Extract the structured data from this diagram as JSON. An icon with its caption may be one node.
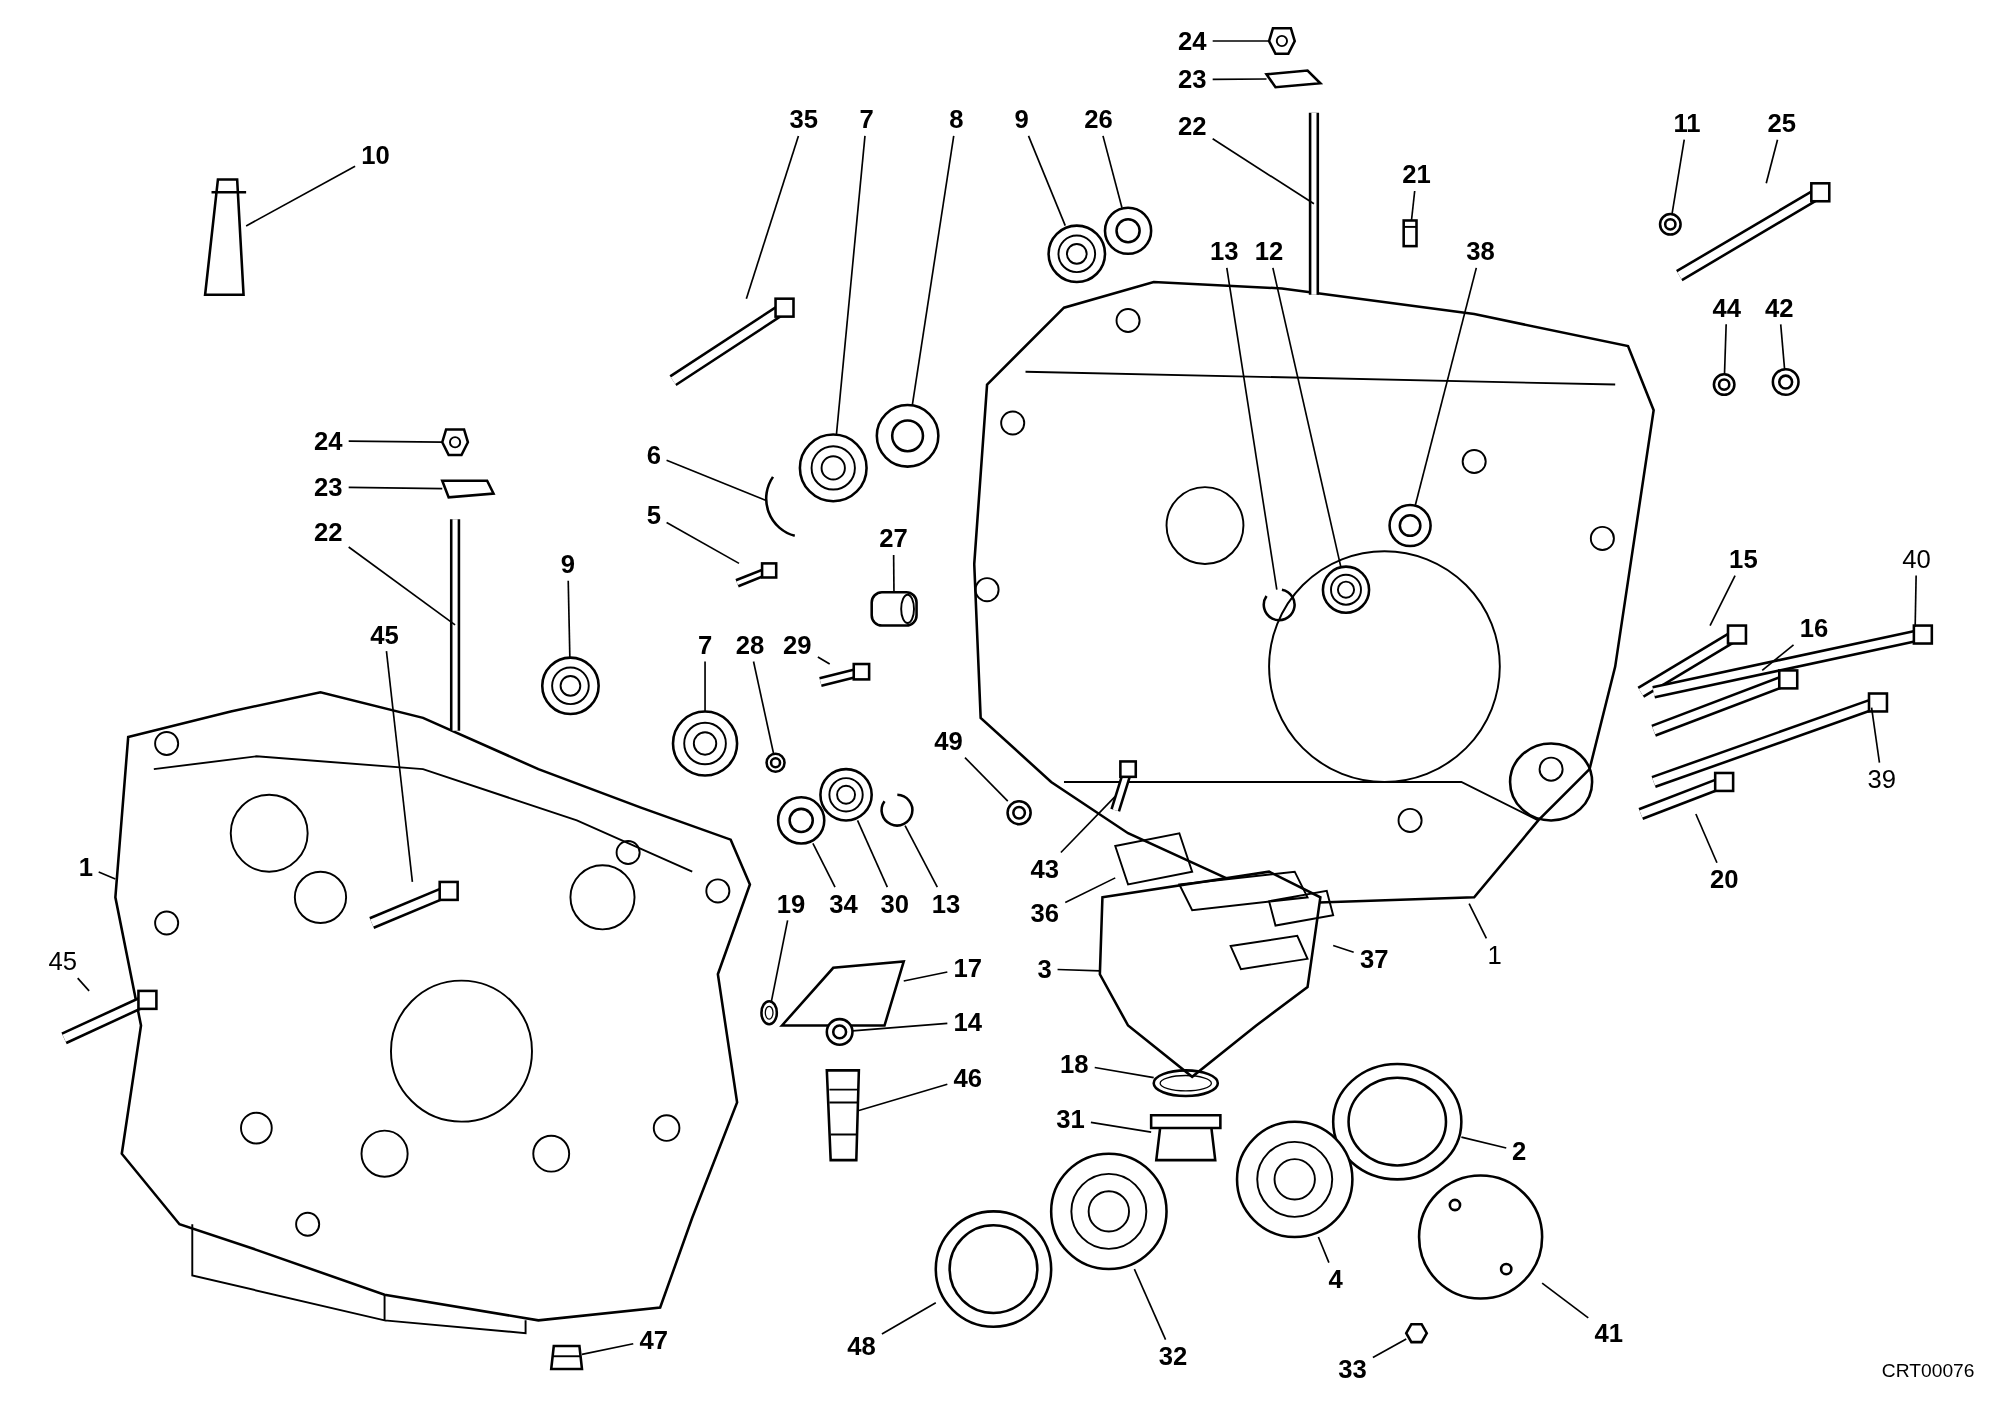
{
  "diagram": {
    "nodes": [
      {
        "text": [
          "24"
        ]
      },
      {
        "text": [
          "23"
        ]
      },
      {
        "text": [
          "22"
        ]
      },
      {
        "text": [
          "35"
        ]
      },
      {
        "text": [
          "7"
        ]
      },
      {
        "text": [
          "8"
        ]
      },
      {
        "text": [
          "9"
        ]
      },
      {
        "text": [
          "26"
        ]
      },
      {
        "text": [
          "10"
        ]
      },
      {
        "text": [
          "11"
        ]
      },
      {
        "text": [
          "25"
        ]
      },
      {
        "text": [
          "21"
        ]
      },
      {
        "text": [
          "13"
        ]
      },
      {
        "text": [
          "12"
        ]
      },
      {
        "text": [
          "38"
        ]
      },
      {
        "text": [
          "44"
        ]
      },
      {
        "text": [
          "42"
        ]
      },
      {
        "text": [
          "24"
        ]
      },
      {
        "text": [
          "23"
        ]
      },
      {
        "text": [
          "22"
        ]
      },
      {
        "text": [
          "6"
        ]
      },
      {
        "text": [
          "5"
        ]
      },
      {
        "text": [
          "9"
        ]
      },
      {
        "text": [
          "27"
        ]
      },
      {
        "text": [
          "15"
        ]
      },
      {
        "text": [
          "40"
        ]
      },
      {
        "text": [
          "16"
        ]
      },
      {
        "text": [
          "45"
        ]
      },
      {
        "text": [
          "7"
        ]
      },
      {
        "text": [
          "28"
        ]
      },
      {
        "text": [
          "29"
        ]
      },
      {
        "text": [
          "49"
        ]
      },
      {
        "text": [
          "39"
        ]
      },
      {
        "text": [
          "1"
        ]
      },
      {
        "text": [
          "20"
        ]
      },
      {
        "text": [
          "43"
        ]
      },
      {
        "text": [
          "34"
        ]
      },
      {
        "text": [
          "30"
        ]
      },
      {
        "text": [
          "13"
        ]
      },
      {
        "text": [
          "19"
        ]
      },
      {
        "text": [
          "36"
        ]
      },
      {
        "text": [
          "1"
        ]
      },
      {
        "text": [
          "45"
        ]
      },
      {
        "text": [
          "17"
        ]
      },
      {
        "text": [
          "3"
        ]
      },
      {
        "text": [
          "37"
        ]
      },
      {
        "text": [
          "14"
        ]
      },
      {
        "text": [
          "18"
        ]
      },
      {
        "text": [
          "46"
        ]
      },
      {
        "text": [
          "31"
        ]
      },
      {
        "text": [
          "2"
        ]
      },
      {
        "text": [
          "4"
        ]
      },
      {
        "text": [
          "48"
        ]
      },
      {
        "text": [
          "32"
        ]
      },
      {
        "text": [
          "41"
        ]
      },
      {
        "text": [
          "47"
        ]
      },
      {
        "text": [
          "33"
        ]
      },
      {
        "text": [],
        "shape": "picture"
      },
      {
        "text": [],
        "shape": "picture"
      },
      {
        "text": [],
        "shape": "picture"
      },
      {
        "text": [],
        "shape": "picture"
      },
      {
        "text": [],
        "shape": "picture"
      },
      {
        "text": [],
        "shape": "picture"
      },
      {
        "text": [],
        "shape": "picture"
      },
      {
        "text": [],
        "shape": "picture"
      },
      {
        "text": [],
        "shape": "picture"
      },
      {
        "text": [],
        "shape": "picture"
      },
      {
        "text": [],
        "shape": "picture"
      },
      {
        "text": [],
        "shape": "picture"
      },
      {
        "text": [],
        "shape": "picture",
        "in": 98
      },
      {
        "text": [],
        "shape": "picture",
        "in": 98
      },
      {
        "text": [],
        "shape": "picture",
        "in": 98
      },
      {
        "text": [],
        "shape": "picture"
      },
      {
        "text": [],
        "shape": "picture"
      },
      {
        "text": [],
        "shape": "picture"
      },
      {
        "text": [],
        "shape": "picture"
      },
      {
        "text": [],
        "shape": "picture"
      },
      {
        "text": [],
        "shape": "picture"
      },
      {
        "text": [],
        "shape": "picture"
      },
      {
        "text": [],
        "shape": "picture"
      },
      {
        "text": [],
        "shape": "picture"
      },
      {
        "text": [],
        "shape": "picture"
      },
      {
        "text": [],
        "shape": "picture"
      },
      {
        "text": [],
        "shape": "picture"
      },
      {
        "text": [],
        "shape": "picture",
        "in": 90
      },
      {
        "text": [],
        "shape": "picture"
      },
      {
        "text": [],
        "shape": "picture"
      },
      {
        "text": [],
        "shape": "picture"
      },
      {
        "text": [],
        "shape": "picture"
      },
      {
        "text": [],
        "shape": "picture"
      },
      {
        "text": [],
        "shape": "picture"
      },
      {
        "text": [],
        "shape": "picture"
      },
      {
        "text": [],
        "shape": "picture",
        "in": 98
      },
      {
        "text": [],
        "shape": "picture"
      },
      {
        "text": [],
        "shape": "picture"
      },
      {
        "text": [],
        "shape": "picture"
      },
      {
        "text": [],
        "shape": "picture"
      },
      {
        "text": [],
        "shape": "picture"
      },
      {
        "text": [],
        "shape": "picture"
      },
      {
        "text": [],
        "shape": "picture"
      },
      {
        "text": [],
        "shape": "picture"
      },
      {
        "text": [],
        "shape": "picture"
      },
      {
        "text": [],
        "shape": "picture"
      },
      {
        "text": [],
        "shape": "picture"
      },
      {
        "text": [],
        "shape": "picture"
      },
      {
        "text": [],
        "shape": "picture"
      },
      {
        "text": [],
        "shape": "picture"
      },
      {
        "text": [],
        "shape": "picture"
      },
      {
        "text": [],
        "shape": "picture"
      },
      {
        "text": [],
        "shape": "picture"
      },
      {
        "text": [],
        "shape": "picture"
      },
      {
        "text": [],
        "shape": "picture"
      },
      {
        "text": [],
        "shape": "picture"
      },
      {
        "text": [],
        "shape": "picture"
      }
    ],
    "edges": [
      {
        "from": 0,
        "to": 57,
        "arrow": "none"
      },
      {
        "from": 1,
        "to": 58,
        "arrow": "none"
      },
      {
        "from": 2,
        "to": 59,
        "arrow": "none"
      },
      {
        "from": 3,
        "to": 60,
        "arrow": "none"
      },
      {
        "from": 4,
        "to": 61,
        "arrow": "none"
      },
      {
        "from": 5,
        "to": 62,
        "arrow": "none"
      },
      {
        "from": 6,
        "to": 63,
        "arrow": "none"
      },
      {
        "from": 7,
        "to": 64,
        "arrow": "none"
      },
      {
        "from": 8,
        "to": 65,
        "arrow": "none"
      },
      {
        "from": 9,
        "to": 66,
        "arrow": "none"
      },
      {
        "from": 10,
        "to": 67,
        "arrow": "none"
      },
      {
        "from": 11,
        "to": 68,
        "arrow": "none"
      },
      {
        "from": 12,
        "to": 69,
        "arrow": "none"
      },
      {
        "from": 13,
        "to": 70,
        "arrow": "none"
      },
      {
        "from": 14,
        "to": 71,
        "arrow": "none"
      },
      {
        "from": 15,
        "to": 72,
        "arrow": "none"
      },
      {
        "from": 16,
        "to": 73,
        "arrow": "none"
      },
      {
        "from": 17,
        "to": 74,
        "arrow": "none"
      },
      {
        "from": 18,
        "to": 75,
        "arrow": "none"
      },
      {
        "from": 19,
        "to": 76,
        "arrow": "none"
      },
      {
        "from": 20,
        "to": 77,
        "arrow": "none"
      },
      {
        "from": 21,
        "to": 78,
        "arrow": "none"
      },
      {
        "from": 22,
        "to": 79,
        "arrow": "none"
      },
      {
        "from": 23,
        "to": 80,
        "arrow": "none"
      },
      {
        "from": 24,
        "to": 81,
        "arrow": "none"
      },
      {
        "from": 25,
        "to": 82,
        "arrow": "none"
      },
      {
        "from": 26,
        "to": 83,
        "arrow": "none"
      },
      {
        "from": 27,
        "to": 84,
        "arrow": "none"
      },
      {
        "from": 28,
        "to": 85,
        "arrow": "none"
      },
      {
        "from": 29,
        "to": 86,
        "arrow": "none"
      },
      {
        "from": 30,
        "to": 87,
        "arrow": "none"
      },
      {
        "from": 31,
        "to": 88,
        "arrow": "none"
      },
      {
        "from": 32,
        "to": 89,
        "arrow": "none"
      },
      {
        "from": 33,
        "to": 90,
        "arrow": "none"
      },
      {
        "from": 34,
        "to": 91,
        "arrow": "none"
      },
      {
        "from": 35,
        "to": 92,
        "arrow": "none"
      },
      {
        "from": 36,
        "to": 93,
        "arrow": "none"
      },
      {
        "from": 37,
        "to": 94,
        "arrow": "none"
      },
      {
        "from": 38,
        "to": 95,
        "arrow": "none"
      },
      {
        "from": 39,
        "to": 96,
        "arrow": "none"
      },
      {
        "from": 40,
        "to": 97,
        "arrow": "none"
      },
      {
        "from": 41,
        "to": 98,
        "arrow": "none"
      },
      {
        "from": 42,
        "to": 99,
        "arrow": "none"
      },
      {
        "from": 43,
        "to": 100,
        "arrow": "none"
      },
      {
        "from": 44,
        "to": 101,
        "arrow": "none"
      },
      {
        "from": 45,
        "to": 102,
        "arrow": "none"
      },
      {
        "from": 46,
        "to": 103,
        "arrow": "none"
      },
      {
        "from": 47,
        "to": 104,
        "arrow": "none"
      },
      {
        "from": 48,
        "to": 105,
        "arrow": "none"
      },
      {
        "from": 49,
        "to": 106,
        "arrow": "none"
      },
      {
        "from": 50,
        "to": 107,
        "arrow": "none"
      },
      {
        "from": 51,
        "to": 108,
        "arrow": "none"
      },
      {
        "from": 52,
        "to": 109,
        "arrow": "none"
      },
      {
        "from": 53,
        "to": 110,
        "arrow": "none"
      },
      {
        "from": 54,
        "to": 111,
        "arrow": "none"
      },
      {
        "from": 55,
        "to": 112,
        "arrow": "none"
      },
      {
        "from": 56,
        "to": 113,
        "arrow": "none"
      }
    ],
    "labels": [
      "CRT00076"
    ]
  }
}
